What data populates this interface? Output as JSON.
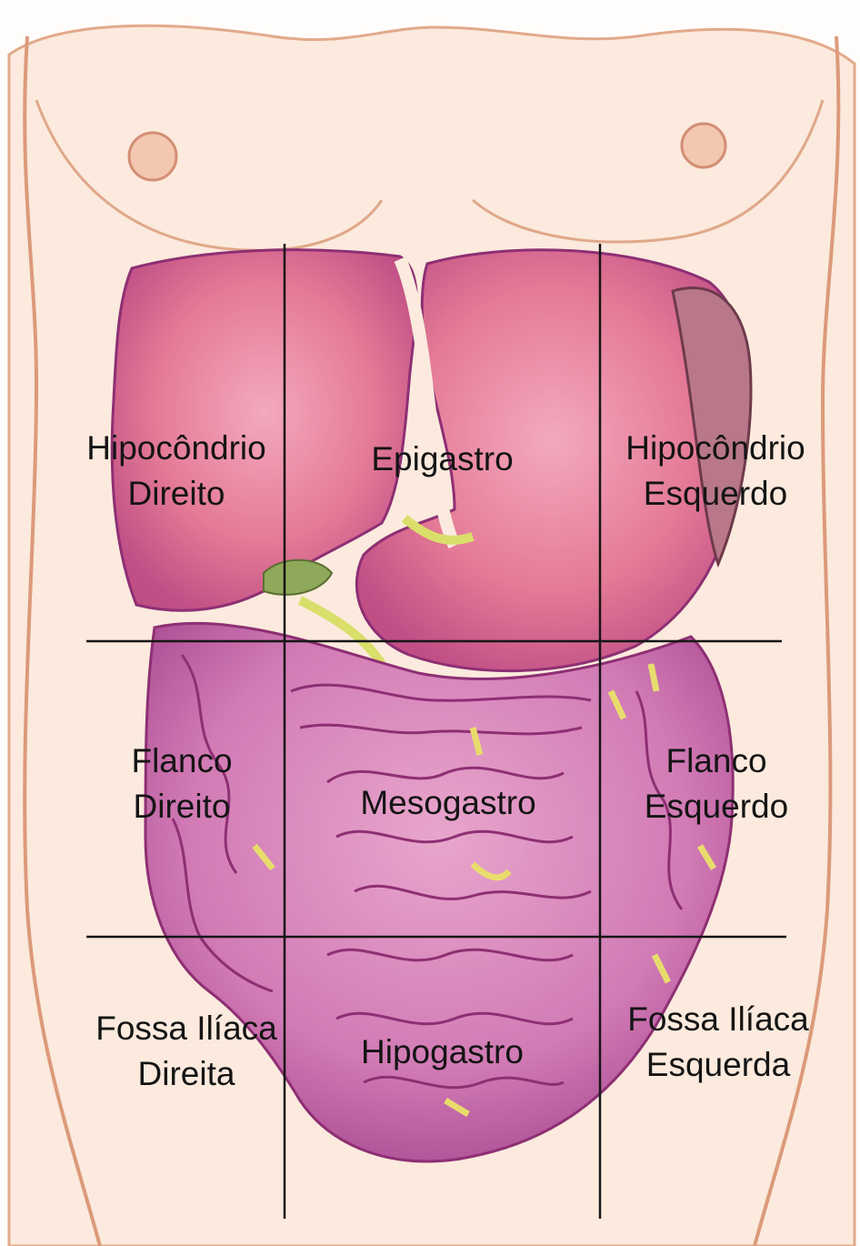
{
  "colors": {
    "skin": "#fbeadd",
    "skin_outline": "#e2a98b",
    "organ": "#e47a96",
    "organ_dark": "#c04f86",
    "organ_outline": "#8e2f73",
    "bile_yellow": "#d9df6a",
    "grid_line": "#161616",
    "label_text": "#141414"
  },
  "regions": [
    {
      "id": "hipocondrio-direito",
      "lines": [
        "Hipocôndrio",
        "Direito"
      ]
    },
    {
      "id": "epigastro",
      "lines": [
        "Epigastro"
      ]
    },
    {
      "id": "hipocondrio-esquerdo",
      "lines": [
        "Hipocôndrio",
        "Esquerdo"
      ]
    },
    {
      "id": "flanco-direito",
      "lines": [
        "Flanco",
        "Direito"
      ]
    },
    {
      "id": "mesogastro",
      "lines": [
        "Mesogastro"
      ]
    },
    {
      "id": "flanco-esquerdo",
      "lines": [
        "Flanco",
        "Esquerdo"
      ]
    },
    {
      "id": "fossa-iliaca-direita",
      "lines": [
        "Fossa Ilíaca",
        "Direita"
      ]
    },
    {
      "id": "hipogastro",
      "lines": [
        "Hipogastro"
      ]
    },
    {
      "id": "fossa-iliaca-esquerda",
      "lines": [
        "Fossa Ilíaca",
        "Esquerda"
      ]
    }
  ]
}
